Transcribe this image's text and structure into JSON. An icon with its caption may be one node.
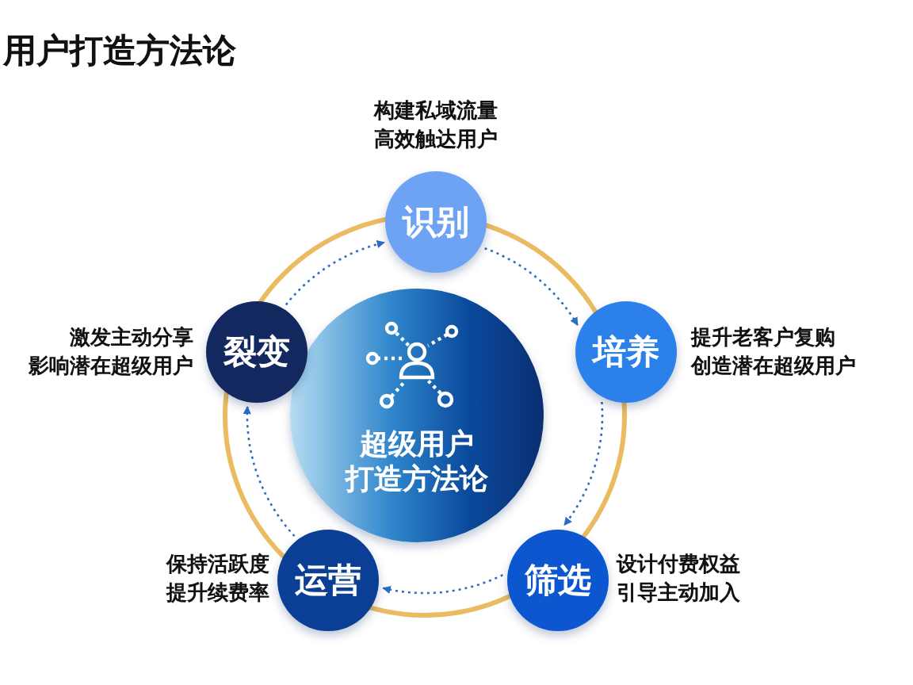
{
  "diagram": {
    "title": "用户打造方法论",
    "nodes": [
      {
        "text": [
          "超级用户打造方法论"
        ]
      },
      {
        "text": [
          "识别"
        ],
        "beside": [
          "构建私域流量高效触达用户"
        ]
      },
      {
        "text": [
          "培养"
        ],
        "beside": [
          "提升老客户复购创造潜在超级用户"
        ]
      },
      {
        "text": [
          "筛选"
        ],
        "beside": [
          "设计付费权益引导主动加入"
        ]
      },
      {
        "text": [
          "运营"
        ],
        "beside": [
          "保持活跃度提升续费率"
        ]
      },
      {
        "text": [
          "裂变"
        ],
        "beside": [
          "激发主动分享影响潜在超级用户"
        ]
      }
    ],
    "edges": [
      {
        "from": 1,
        "to": 2,
        "arrow": "to",
        "style": "dashed"
      },
      {
        "from": 2,
        "to": 3,
        "arrow": "to",
        "style": "dashed"
      },
      {
        "from": 3,
        "to": 4,
        "arrow": "to",
        "style": "dashed"
      },
      {
        "from": 4,
        "to": 5,
        "arrow": "to",
        "style": "dashed"
      },
      {
        "from": 5,
        "to": 1,
        "arrow": "to",
        "style": "dashed"
      }
    ]
  }
}
